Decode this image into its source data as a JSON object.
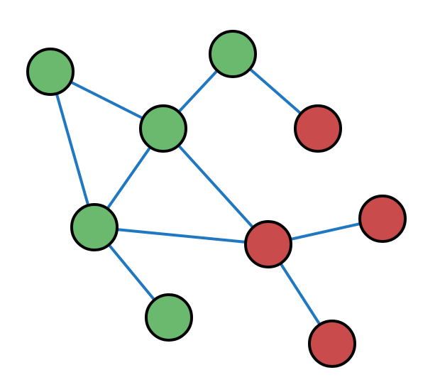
{
  "diagram": {
    "type": "graph",
    "colors": {
      "edge": "#1f78c1",
      "node_stroke": "#000000",
      "group_green": "#6ab96f",
      "group_red": "#c94b4b"
    },
    "nodes": [
      {
        "id": "n1",
        "group": "green"
      },
      {
        "id": "n2",
        "group": "green"
      },
      {
        "id": "n3",
        "group": "green"
      },
      {
        "id": "n4",
        "group": "red"
      },
      {
        "id": "n5",
        "group": "green"
      },
      {
        "id": "n6",
        "group": "red"
      },
      {
        "id": "n7",
        "group": "red"
      },
      {
        "id": "n8",
        "group": "green"
      },
      {
        "id": "n9",
        "group": "red"
      }
    ],
    "edges": [
      [
        "n1",
        "n3"
      ],
      [
        "n1",
        "n5"
      ],
      [
        "n2",
        "n3"
      ],
      [
        "n2",
        "n4"
      ],
      [
        "n3",
        "n5"
      ],
      [
        "n3",
        "n6"
      ],
      [
        "n5",
        "n6"
      ],
      [
        "n5",
        "n8"
      ],
      [
        "n6",
        "n7"
      ],
      [
        "n6",
        "n9"
      ]
    ]
  }
}
